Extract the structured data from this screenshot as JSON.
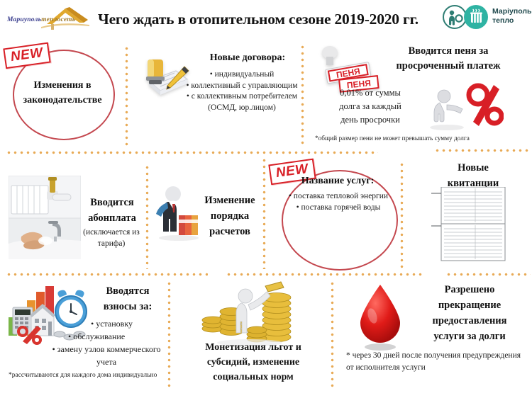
{
  "header": {
    "title": "Чего ждать в отопительном сезоне 2019-2020 гг.",
    "logo_left": {
      "name_primary": "Мариуполь",
      "name_secondary": "теплосеть",
      "icon": "house-roof-icon"
    },
    "logo_right": {
      "line1": "Маріупольське",
      "line2": "тепло",
      "icon_person": "person-icon",
      "icon_radiator": "radiator-icon"
    }
  },
  "badges": {
    "new_label": "NEW"
  },
  "blocks": {
    "legislation": {
      "title_line1": "Изменения в",
      "title_line2": "законодательстве",
      "badge": "NEW"
    },
    "contracts": {
      "title": "Новые договора:",
      "items": [
        "индивидуальный",
        "коллективный с управляющим",
        "с коллективным потребителем (ОСМД, юр.лицом)"
      ],
      "icon": "notebook-pen-stamp-icon"
    },
    "penalty": {
      "title_line1": "Вводится пеня за",
      "title_line2": "просроченный платеж",
      "body_line1": "0,01% от суммы",
      "body_line2": "долга за каждый",
      "body_line3": "день просрочки",
      "footnote": "*общий размер пени не может превышать сумму долга",
      "stamp_text": "ПЕНЯ",
      "icon_stamp": "rubber-stamp-icon",
      "icon_percent": "percent-push-icon"
    },
    "subscription_fee": {
      "title_line1": "Вводится",
      "title_line2": "абонплата",
      "subtitle_line1": "(исключается из",
      "subtitle_line2": "тарифа)",
      "icon_radiator": "radiator-photo-icon",
      "icon_tap": "hands-washing-tap-icon"
    },
    "calc_order": {
      "title_line1": "Изменение",
      "title_line2": "порядка",
      "title_line3": "расчетов",
      "icon": "office-person-folders-icon"
    },
    "services_name": {
      "title": "Название услуг:",
      "items": [
        "поставка тепловой энергии",
        "поставка горячей воды"
      ],
      "badge": "NEW"
    },
    "receipts": {
      "title_line1": "Новые",
      "title_line2": "квитанции",
      "icon": "invoice-document-icon"
    },
    "fees": {
      "title_line1": "Вводятся",
      "title_line2": "взносы за:",
      "items": [
        "установку",
        "обслуживание",
        "замену узлов коммерческого учета"
      ],
      "footnote_line1": "*рассчитываются для каждого дома",
      "footnote_line2": "индивидуально",
      "icon": "chart-calculator-house-clock-icon"
    },
    "monetization": {
      "title_line1": "Монетизация льгот и",
      "title_line2": "субсидий, изменение",
      "title_line3": "социальных норм",
      "icon": "coin-stacks-person-icon"
    },
    "shutoff": {
      "title_line1": "Разрешено",
      "title_line2": "прекращение",
      "title_line3": "предоставления",
      "title_line4": "услуги за долги",
      "footnote_line1": "* через 30 дней после получения",
      "footnote_line2": "предупреждения от исполнителя",
      "footnote_line3": "услуги",
      "icon": "water-drop-icon"
    }
  },
  "colors": {
    "accent_red": "#d81f26",
    "circle_red": "#c4484f",
    "dots_orange": "#e8aa55",
    "brand_teal": "#2fb3a3",
    "brand_blue": "#3b3f8f",
    "gold": "#d9a227"
  }
}
